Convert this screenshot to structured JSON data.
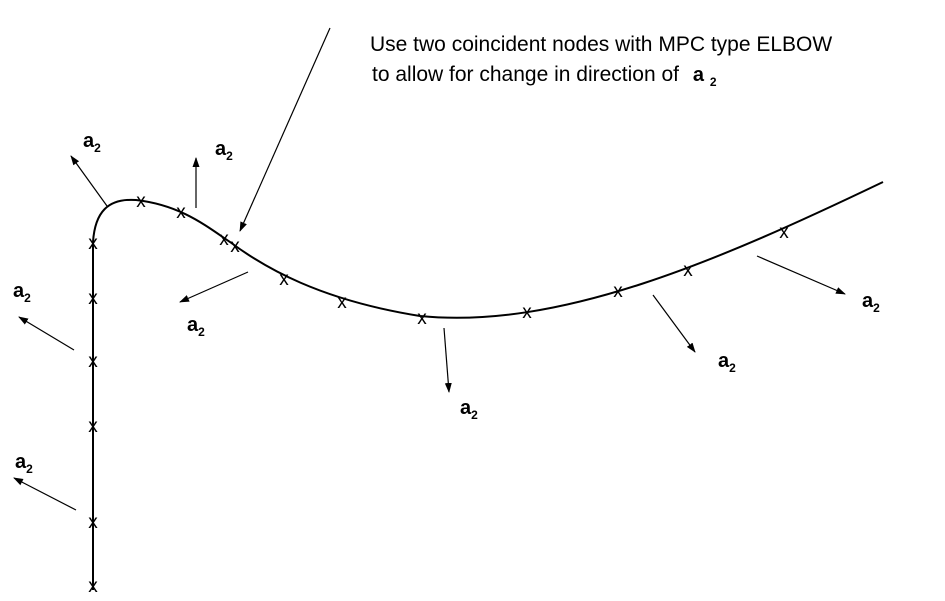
{
  "annotation": {
    "line1": "Use two coincident nodes with MPC type ELBOW",
    "line2": "to allow for change in direction of",
    "vector_symbol": "a",
    "vector_subscript": "2"
  },
  "node_symbol": "x",
  "vector_label": {
    "symbol": "a",
    "subscript": "2"
  },
  "colors": {
    "line": "#000000",
    "background": "#ffffff"
  }
}
